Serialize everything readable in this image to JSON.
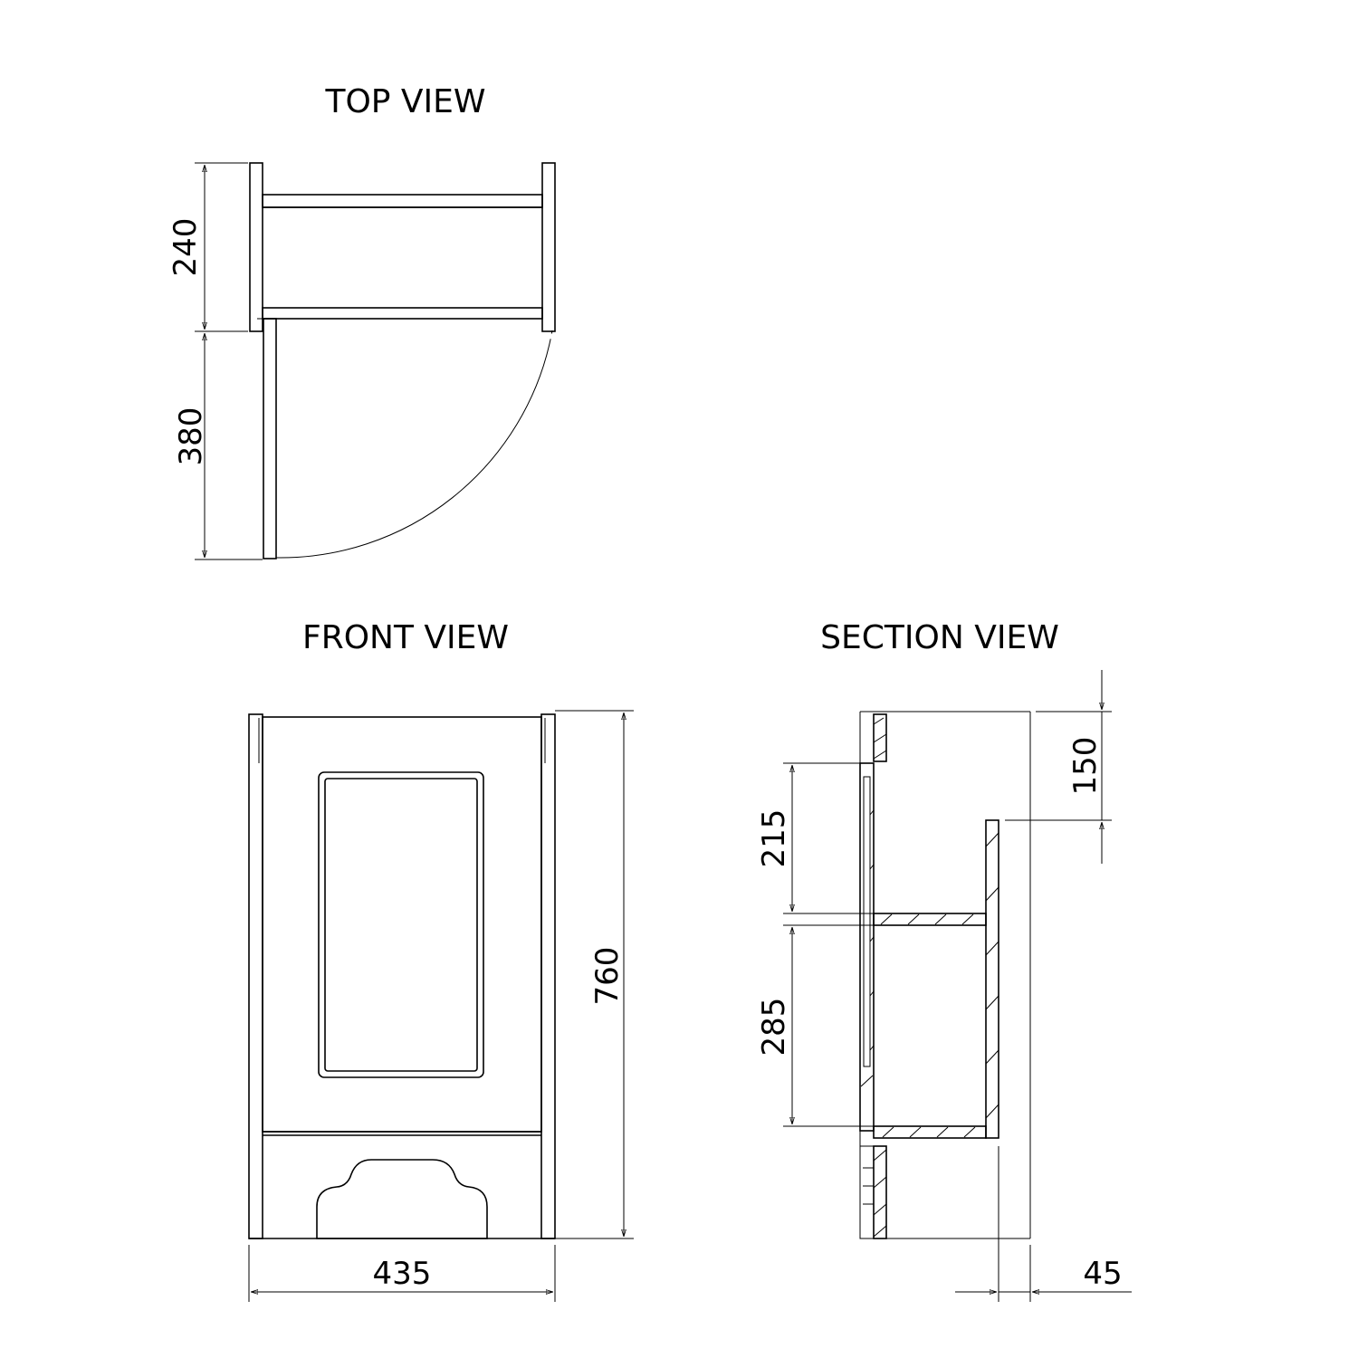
{
  "views": {
    "top": "TOP VIEW",
    "front": "FRONT VIEW",
    "section": "SECTION VIEW"
  },
  "dimensions": {
    "top_depth": "240",
    "door_swing": "380",
    "height": "760",
    "width": "435",
    "top_rail": "150",
    "upper_space": "215",
    "lower_space": "285",
    "plinth": "45"
  }
}
